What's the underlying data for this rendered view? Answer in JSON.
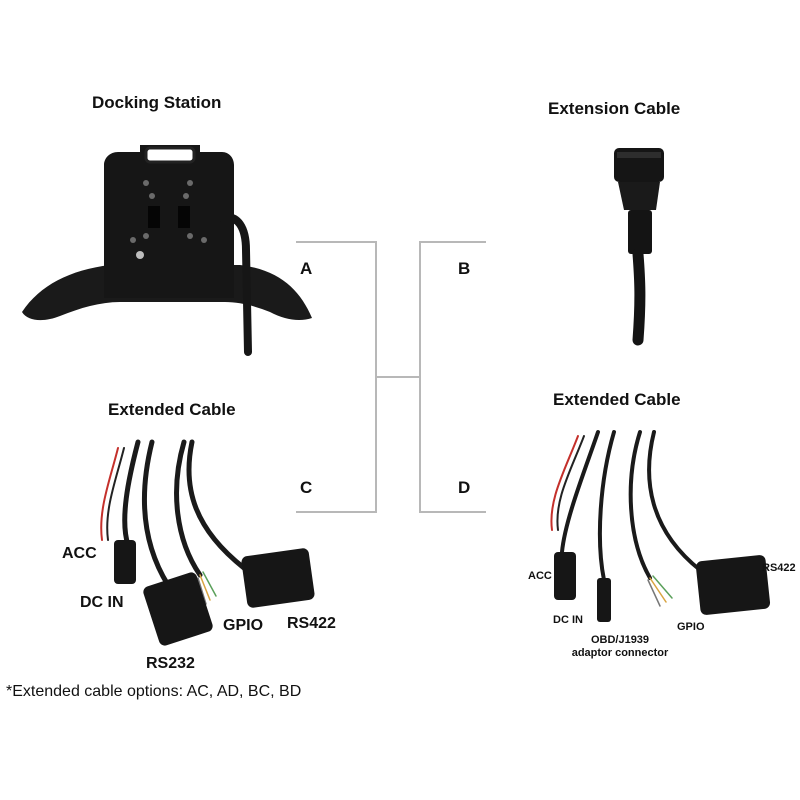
{
  "titles": {
    "docking_station": "Docking Station",
    "extension_cable": "Extension Cable",
    "extended_cable_left": "Extended Cable",
    "extended_cable_right": "Extended Cable"
  },
  "letters": {
    "a": "A",
    "b": "B",
    "c": "C",
    "d": "D"
  },
  "left_cable_labels": {
    "acc": "ACC",
    "dc_in": "DC IN",
    "gpio": "GPIO",
    "rs422": "RS422",
    "rs232": "RS232"
  },
  "right_cable_labels": {
    "acc": "ACC",
    "dc_in": "DC IN",
    "obd": "OBD/J1939",
    "obd_sub": "adaptor connector",
    "gpio": "GPIO",
    "rs422": "RS422"
  },
  "note": "*Extended cable options: AC, AD, BC, BD",
  "colors": {
    "connector_lines": "#b8b8b8",
    "hardware": "#141414",
    "red_wire": "#c4302b"
  }
}
